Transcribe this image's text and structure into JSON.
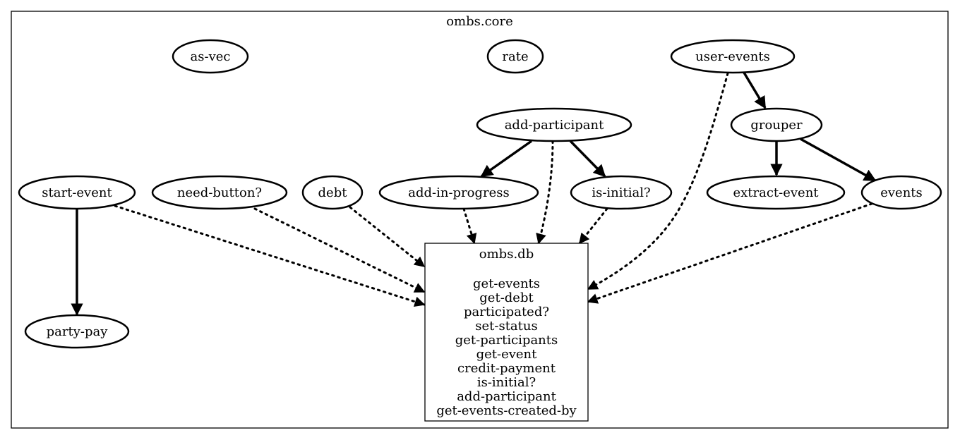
{
  "cluster": {
    "title": "ombs.core"
  },
  "nodes": {
    "as_vec": "as-vec",
    "rate": "rate",
    "user_events": "user-events",
    "add_participant": "add-participant",
    "grouper": "grouper",
    "start_event": "start-event",
    "need_button": "need-button?",
    "debt": "debt",
    "add_in_progress": "add-in-progress",
    "is_initial": "is-initial?",
    "extract_event": "extract-event",
    "events": "events",
    "party_pay": "party-pay"
  },
  "db": {
    "title": "ombs.db",
    "functions": [
      "get-events",
      "get-debt",
      "participated?",
      "set-status",
      "get-participants",
      "get-event",
      "credit-payment",
      "is-initial?",
      "add-participant",
      "get-events-created-by"
    ]
  },
  "edges": [
    {
      "from": "user-events",
      "to": "grouper",
      "style": "solid"
    },
    {
      "from": "add-participant",
      "to": "add-in-progress",
      "style": "solid"
    },
    {
      "from": "add-participant",
      "to": "is-initial?",
      "style": "solid"
    },
    {
      "from": "grouper",
      "to": "extract-event",
      "style": "solid"
    },
    {
      "from": "grouper",
      "to": "events",
      "style": "solid"
    },
    {
      "from": "start-event",
      "to": "party-pay",
      "style": "solid"
    },
    {
      "from": "start-event",
      "to": "ombs.db",
      "style": "dotted"
    },
    {
      "from": "need-button?",
      "to": "ombs.db",
      "style": "dotted"
    },
    {
      "from": "debt",
      "to": "ombs.db",
      "style": "dotted"
    },
    {
      "from": "add-in-progress",
      "to": "ombs.db",
      "style": "dotted"
    },
    {
      "from": "add-participant",
      "to": "ombs.db",
      "style": "dotted"
    },
    {
      "from": "is-initial?",
      "to": "ombs.db",
      "style": "dotted"
    },
    {
      "from": "user-events",
      "to": "ombs.db",
      "style": "dotted"
    },
    {
      "from": "events",
      "to": "ombs.db",
      "style": "dotted"
    }
  ]
}
